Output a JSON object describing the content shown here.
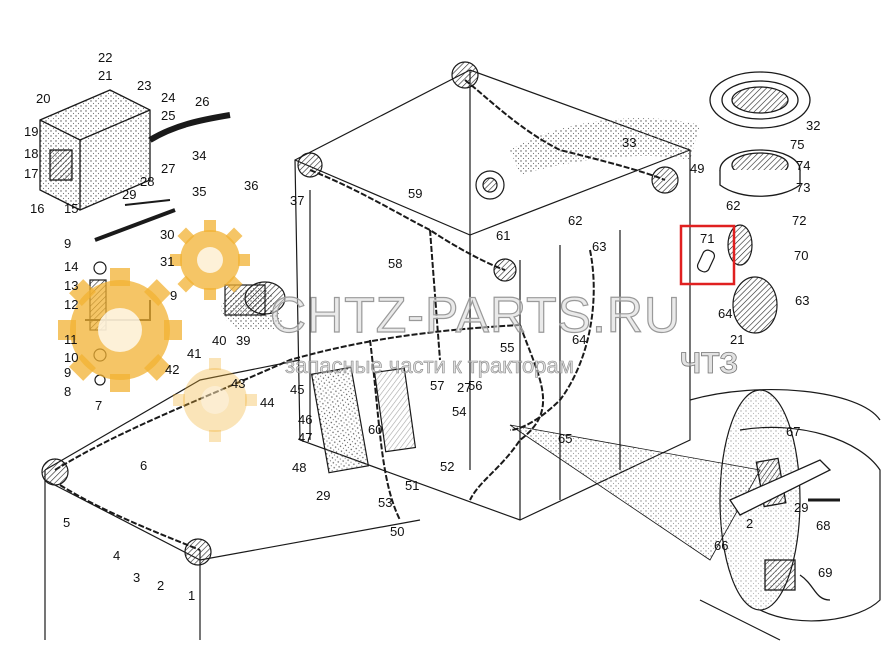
{
  "watermark": {
    "main": "CHTZ-PARTS.RU",
    "sub": "запасные части к тракторам",
    "brand": "ЧТЗ"
  },
  "colors": {
    "line": "#1a1a1a",
    "gear": "#f2b233",
    "highlight": "#e02020"
  },
  "callouts": [
    "1",
    "2",
    "3",
    "4",
    "5",
    "6",
    "7",
    "8",
    "9",
    "10",
    "11",
    "12",
    "13",
    "14",
    "15",
    "16",
    "17",
    "18",
    "19",
    "20",
    "21",
    "22",
    "23",
    "24",
    "25",
    "26",
    "27",
    "28",
    "29",
    "30",
    "31",
    "32",
    "33",
    "34",
    "35",
    "36",
    "37",
    "39",
    "40",
    "41",
    "42",
    "43",
    "44",
    "45",
    "46",
    "47",
    "48",
    "49",
    "50",
    "51",
    "52",
    "53",
    "54",
    "55",
    "56",
    "57",
    "58",
    "59",
    "60",
    "61",
    "62",
    "63",
    "64",
    "65",
    "66",
    "67",
    "68",
    "69",
    "70",
    "71",
    "72",
    "73",
    "74",
    "75"
  ],
  "highlighted_part": "71"
}
